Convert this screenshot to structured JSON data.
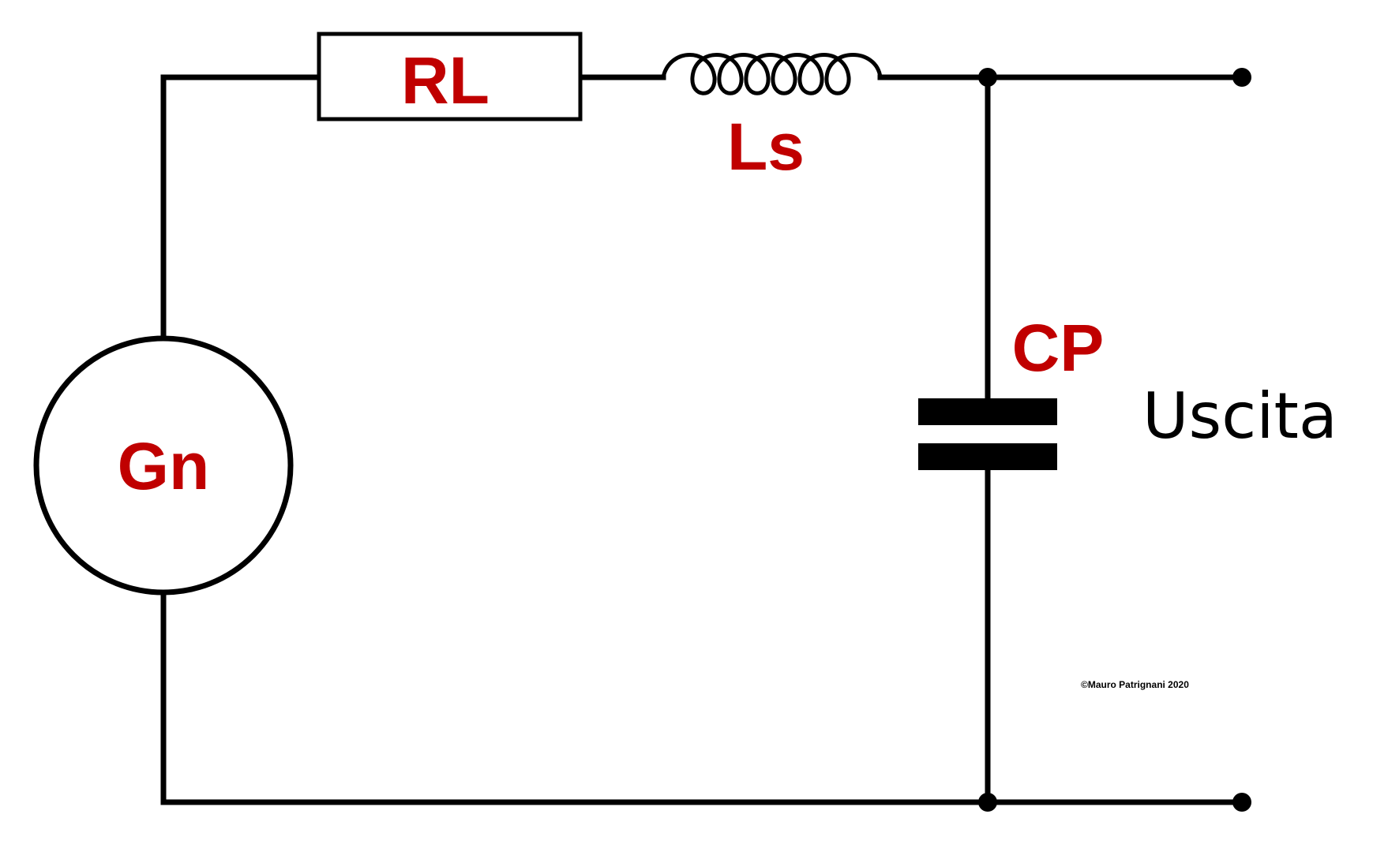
{
  "colors": {
    "wire": "#000000",
    "label": "#c00000",
    "output_label": "#000000",
    "background": "#ffffff"
  },
  "components": {
    "resistor": {
      "label": "RL",
      "symbol": "resistor-box"
    },
    "inductor": {
      "label": "Ls",
      "symbol": "coil"
    },
    "capacitor": {
      "label": "CP",
      "symbol": "parallel-plates"
    },
    "generator": {
      "label": "Gn",
      "symbol": "circle"
    }
  },
  "output": {
    "label": "Uscita"
  },
  "copyright": "©Mauro Patrignani 2020"
}
